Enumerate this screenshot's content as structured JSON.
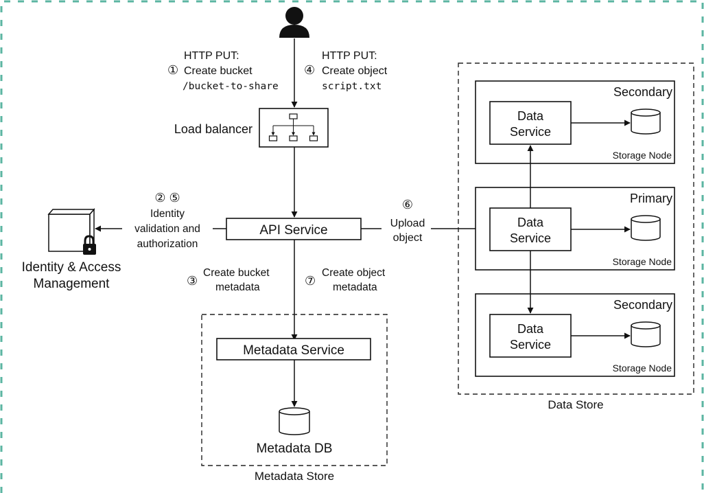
{
  "diagram": {
    "client": {
      "icon": "user-icon"
    },
    "load_balancer": {
      "label": "Load balancer",
      "icon": "load-balancer-icon"
    },
    "api_service": {
      "label": "API Service"
    },
    "iam": {
      "label_line1": "Identity & Access",
      "label_line2": "Management",
      "icon": "lock-icon"
    },
    "metadata_store": {
      "label": "Metadata Store",
      "service_label": "Metadata Service",
      "db_label": "Metadata DB"
    },
    "data_store": {
      "label": "Data Store",
      "nodes": [
        {
          "role": "Secondary",
          "service_line1": "Data",
          "service_line2": "Service",
          "node_label": "Storage Node"
        },
        {
          "role": "Primary",
          "service_line1": "Data",
          "service_line2": "Service",
          "node_label": "Storage Node"
        },
        {
          "role": "Secondary",
          "service_line1": "Data",
          "service_line2": "Service",
          "node_label": "Storage Node"
        }
      ]
    },
    "edges": {
      "create_bucket": {
        "method": "HTTP PUT:",
        "step": "①",
        "text": "Create bucket",
        "path": "/bucket-to-share"
      },
      "create_object": {
        "method": "HTTP PUT:",
        "step": "④",
        "text": "Create object",
        "path": "script.txt"
      },
      "identity": {
        "steps": "② ⑤",
        "line1": "Identity",
        "line2": "validation and",
        "line3": "authorization"
      },
      "upload": {
        "step": "⑥",
        "line1": "Upload",
        "line2": "object"
      },
      "bucket_metadata": {
        "step": "③",
        "line1": "Create bucket",
        "line2": "metadata"
      },
      "object_metadata": {
        "step": "⑦",
        "line1": "Create object",
        "line2": "metadata"
      }
    },
    "colors": {
      "frame": "#5bb5a2",
      "stroke": "#111111"
    }
  }
}
